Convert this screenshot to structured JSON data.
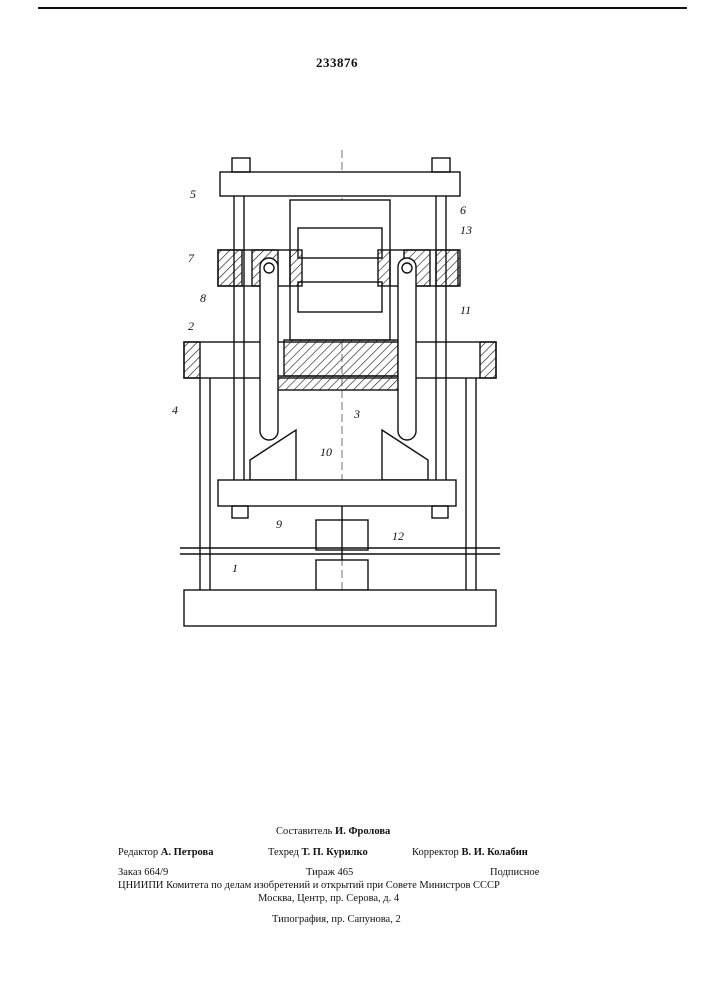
{
  "header": {
    "patent_number": "233876"
  },
  "figure": {
    "callouts": {
      "c1": "1",
      "c2": "2",
      "c3": "3",
      "c4": "4",
      "c5": "5",
      "c6": "6",
      "c7": "7",
      "c8": "8",
      "c9": "9",
      "c10": "10",
      "c11": "11",
      "c12": "12",
      "c13": "13"
    }
  },
  "colophon": {
    "compiler_label": "Составитель",
    "compiler_name": "И. Фролова",
    "editor_label": "Редактор",
    "editor_name": "А. Петрова",
    "techred_label": "Техред",
    "techred_name": "Т. П. Курилко",
    "corrector_label": "Корректор",
    "corrector_name": "В. И. Колабин",
    "order": "Заказ 664/9",
    "circulation": "Тираж 465",
    "subscription": "Подписное",
    "institute": "ЦНИИПИ Комитета по делам изобретений и открытий при Совете Министров СССР",
    "address": "Москва, Центр, пр. Серова, д. 4",
    "printer": "Типография, пр. Сапунова, 2"
  }
}
